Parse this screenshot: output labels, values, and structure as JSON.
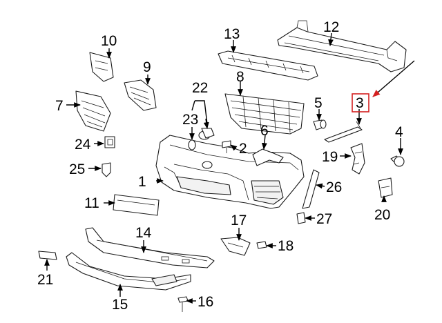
{
  "callouts": [
    {
      "id": "1",
      "label": "1"
    },
    {
      "id": "2",
      "label": "2"
    },
    {
      "id": "3",
      "label": "3",
      "highlighted": true
    },
    {
      "id": "4",
      "label": "4"
    },
    {
      "id": "5",
      "label": "5"
    },
    {
      "id": "6",
      "label": "6"
    },
    {
      "id": "7",
      "label": "7"
    },
    {
      "id": "8",
      "label": "8"
    },
    {
      "id": "9",
      "label": "9"
    },
    {
      "id": "10",
      "label": "10"
    },
    {
      "id": "11",
      "label": "11"
    },
    {
      "id": "12",
      "label": "12"
    },
    {
      "id": "13",
      "label": "13"
    },
    {
      "id": "14",
      "label": "14"
    },
    {
      "id": "15",
      "label": "15"
    },
    {
      "id": "16",
      "label": "16"
    },
    {
      "id": "17",
      "label": "17"
    },
    {
      "id": "18",
      "label": "18"
    },
    {
      "id": "19",
      "label": "19"
    },
    {
      "id": "20",
      "label": "20"
    },
    {
      "id": "21",
      "label": "21"
    },
    {
      "id": "22",
      "label": "22"
    },
    {
      "id": "23",
      "label": "23"
    },
    {
      "id": "24",
      "label": "24"
    },
    {
      "id": "25",
      "label": "25"
    },
    {
      "id": "26",
      "label": "26"
    },
    {
      "id": "27",
      "label": "27"
    }
  ],
  "colors": {
    "line": "#1a1a1a",
    "label": "#000000",
    "highlight": "#d42020",
    "background": "#ffffff"
  }
}
